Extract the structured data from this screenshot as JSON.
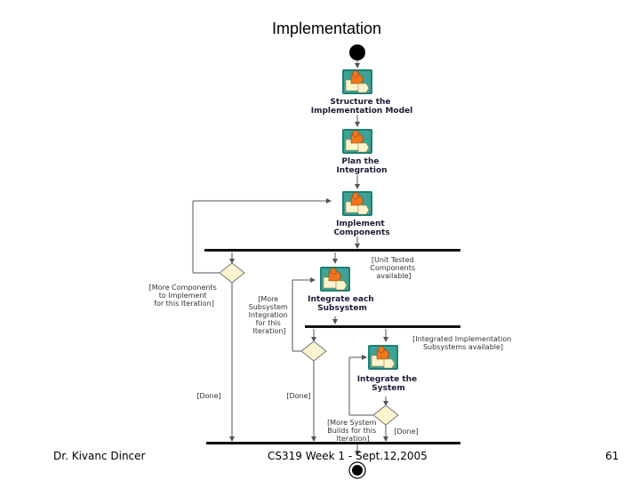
{
  "slide": {
    "title": "Implementation",
    "footer_left": "Dr. Kivanc Dincer",
    "footer_center": "CS319 Week 1 - Sept.12,2005",
    "page_number": "61"
  },
  "diagram": {
    "activities": [
      {
        "line1": "Structure the",
        "line2": "Implementation Model"
      },
      {
        "line1": "Plan the",
        "line2": "Integration"
      },
      {
        "line1": "Implement",
        "line2": "Components"
      },
      {
        "line1": "Integrate each",
        "line2": "Subsystem"
      },
      {
        "line1": "Integrate the",
        "line2": "System"
      }
    ],
    "guards": {
      "more_components": [
        "[More Components",
        "to Implement",
        "for this Iteration]"
      ],
      "unit_tested": [
        "[Unit Tested",
        "Components",
        "available]"
      ],
      "more_subsystem": [
        "[More",
        "Subsystem",
        "Integration",
        "for this",
        "Iteration]"
      ],
      "integrated_impl": [
        "[Integrated Implementation",
        "Subsystems available]"
      ],
      "done_left": "[Done]",
      "done_mid": "[Done]",
      "more_system": [
        "[More System",
        "Builds for this",
        "Iteration]"
      ],
      "done_right": "[Done]"
    },
    "colors": {
      "icon_bg": "#1f7f73",
      "icon_orange": "#f0761e",
      "icon_cream": "#fbf4ce",
      "line": "#555555",
      "bar": "#111111"
    }
  }
}
